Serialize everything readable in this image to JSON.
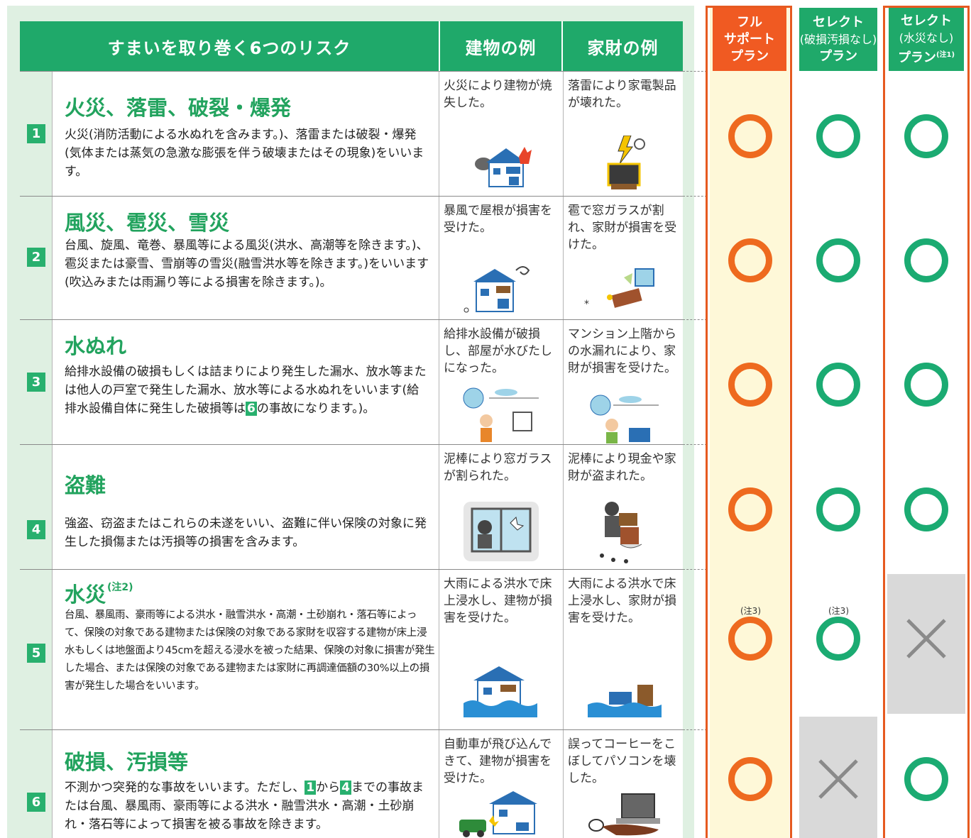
{
  "table": {
    "header_risk": "すまいを取り巻く6つのリスク",
    "header_building": "建物の例",
    "header_contents": "家財の例"
  },
  "plans": [
    {
      "line1": "フル",
      "line2": "サポート",
      "line3": "プラン",
      "color": "#f05a22"
    },
    {
      "line1": "セレクト",
      "line2": "(破損汚損なし)",
      "line3": "プラン",
      "color": "#1fa96a"
    },
    {
      "line1": "セレクト",
      "line2": "(水災なし)",
      "line3": "プラン",
      "note": "(注1)",
      "color": "#1fa96a"
    }
  ],
  "rows": [
    {
      "num": "1",
      "title": "火災、落雷、破裂・爆発",
      "desc": "火災(消防活動による水ぬれを含みます。)、落雷または破裂・爆発(気体または蒸気の急激な膨張を伴う破壊またはその現象)をいいます。",
      "building": "火災により建物が焼失した。",
      "contents": "落雷により家電製品が壊れた。",
      "coverage": [
        "circle",
        "circle",
        "circle"
      ]
    },
    {
      "num": "2",
      "title": "風災、雹災、雪災",
      "desc": "台風、旋風、竜巻、暴風等による風災(洪水、高潮等を除きます。)、雹災または豪雪、雪崩等の雪災(融雪洪水等を除きます。)をいいます(吹込みまたは雨漏り等による損害を除きます。)。",
      "building": "暴風で屋根が損害を受けた。",
      "contents": "雹で窓ガラスが割れ、家財が損害を受けた。",
      "coverage": [
        "circle",
        "circle",
        "circle"
      ]
    },
    {
      "num": "3",
      "title": "水ぬれ",
      "desc_a": "給排水設備の破損もしくは詰まりにより発生した漏水、放水等または他人の戸室で発生した漏水、放水等による水ぬれをいいます(給排水設備自体に発生した破損等は",
      "desc_ref": "6",
      "desc_b": "の事故になります。)。",
      "building": "給排水設備が破損し、部屋が水びたしになった。",
      "contents": "マンション上階からの水漏れにより、家財が損害を受けた。",
      "coverage": [
        "circle",
        "circle",
        "circle"
      ]
    },
    {
      "num": "4",
      "title": "盗難",
      "desc": "強盗、窃盗またはこれらの未遂をいい、盗難に伴い保険の対象に発生した損傷または汚損等の損害を含みます。",
      "building": "泥棒により窓ガラスが割られた。",
      "contents": "泥棒により現金や家財が盗まれた。",
      "coverage": [
        "circle",
        "circle",
        "circle"
      ]
    },
    {
      "num": "5",
      "title": "水災",
      "title_note": "(注2)",
      "desc": "台風、暴風雨、豪雨等による洪水・融雪洪水・高潮・土砂崩れ・落石等によって、保険の対象である建物または保険の対象である家財を収容する建物が床上浸水もしくは地盤面より45cmを超える浸水を被った結果、保険の対象に損害が発生した場合、または保険の対象である建物または家財に再調達価額の30%以上の損害が発生した場合をいいます。",
      "building": "大雨による洪水で床上浸水し、建物が損害を受けた。",
      "contents": "大雨による洪水で床上浸水し、家財が損害を受けた。",
      "coverage": [
        "circle",
        "circle",
        "cross"
      ],
      "coverage_note": "(注3)"
    },
    {
      "num": "6",
      "title": "破損、汚損等",
      "desc_a": "不測かつ突発的な事故をいいます。ただし、",
      "desc_ref1": "1",
      "desc_mid": "から",
      "desc_ref2": "4",
      "desc_b": "までの事故または台風、暴風雨、豪雨等による洪水・融雪洪水・高潮・土砂崩れ・落石等によって損害を被る事故を除きます。",
      "building": "自動車が飛び込んできて、建物が損害を受けた。",
      "contents": "誤ってコーヒーをこぼしてパソコンを壊した。",
      "coverage": [
        "circle",
        "cross",
        "circle"
      ]
    }
  ]
}
